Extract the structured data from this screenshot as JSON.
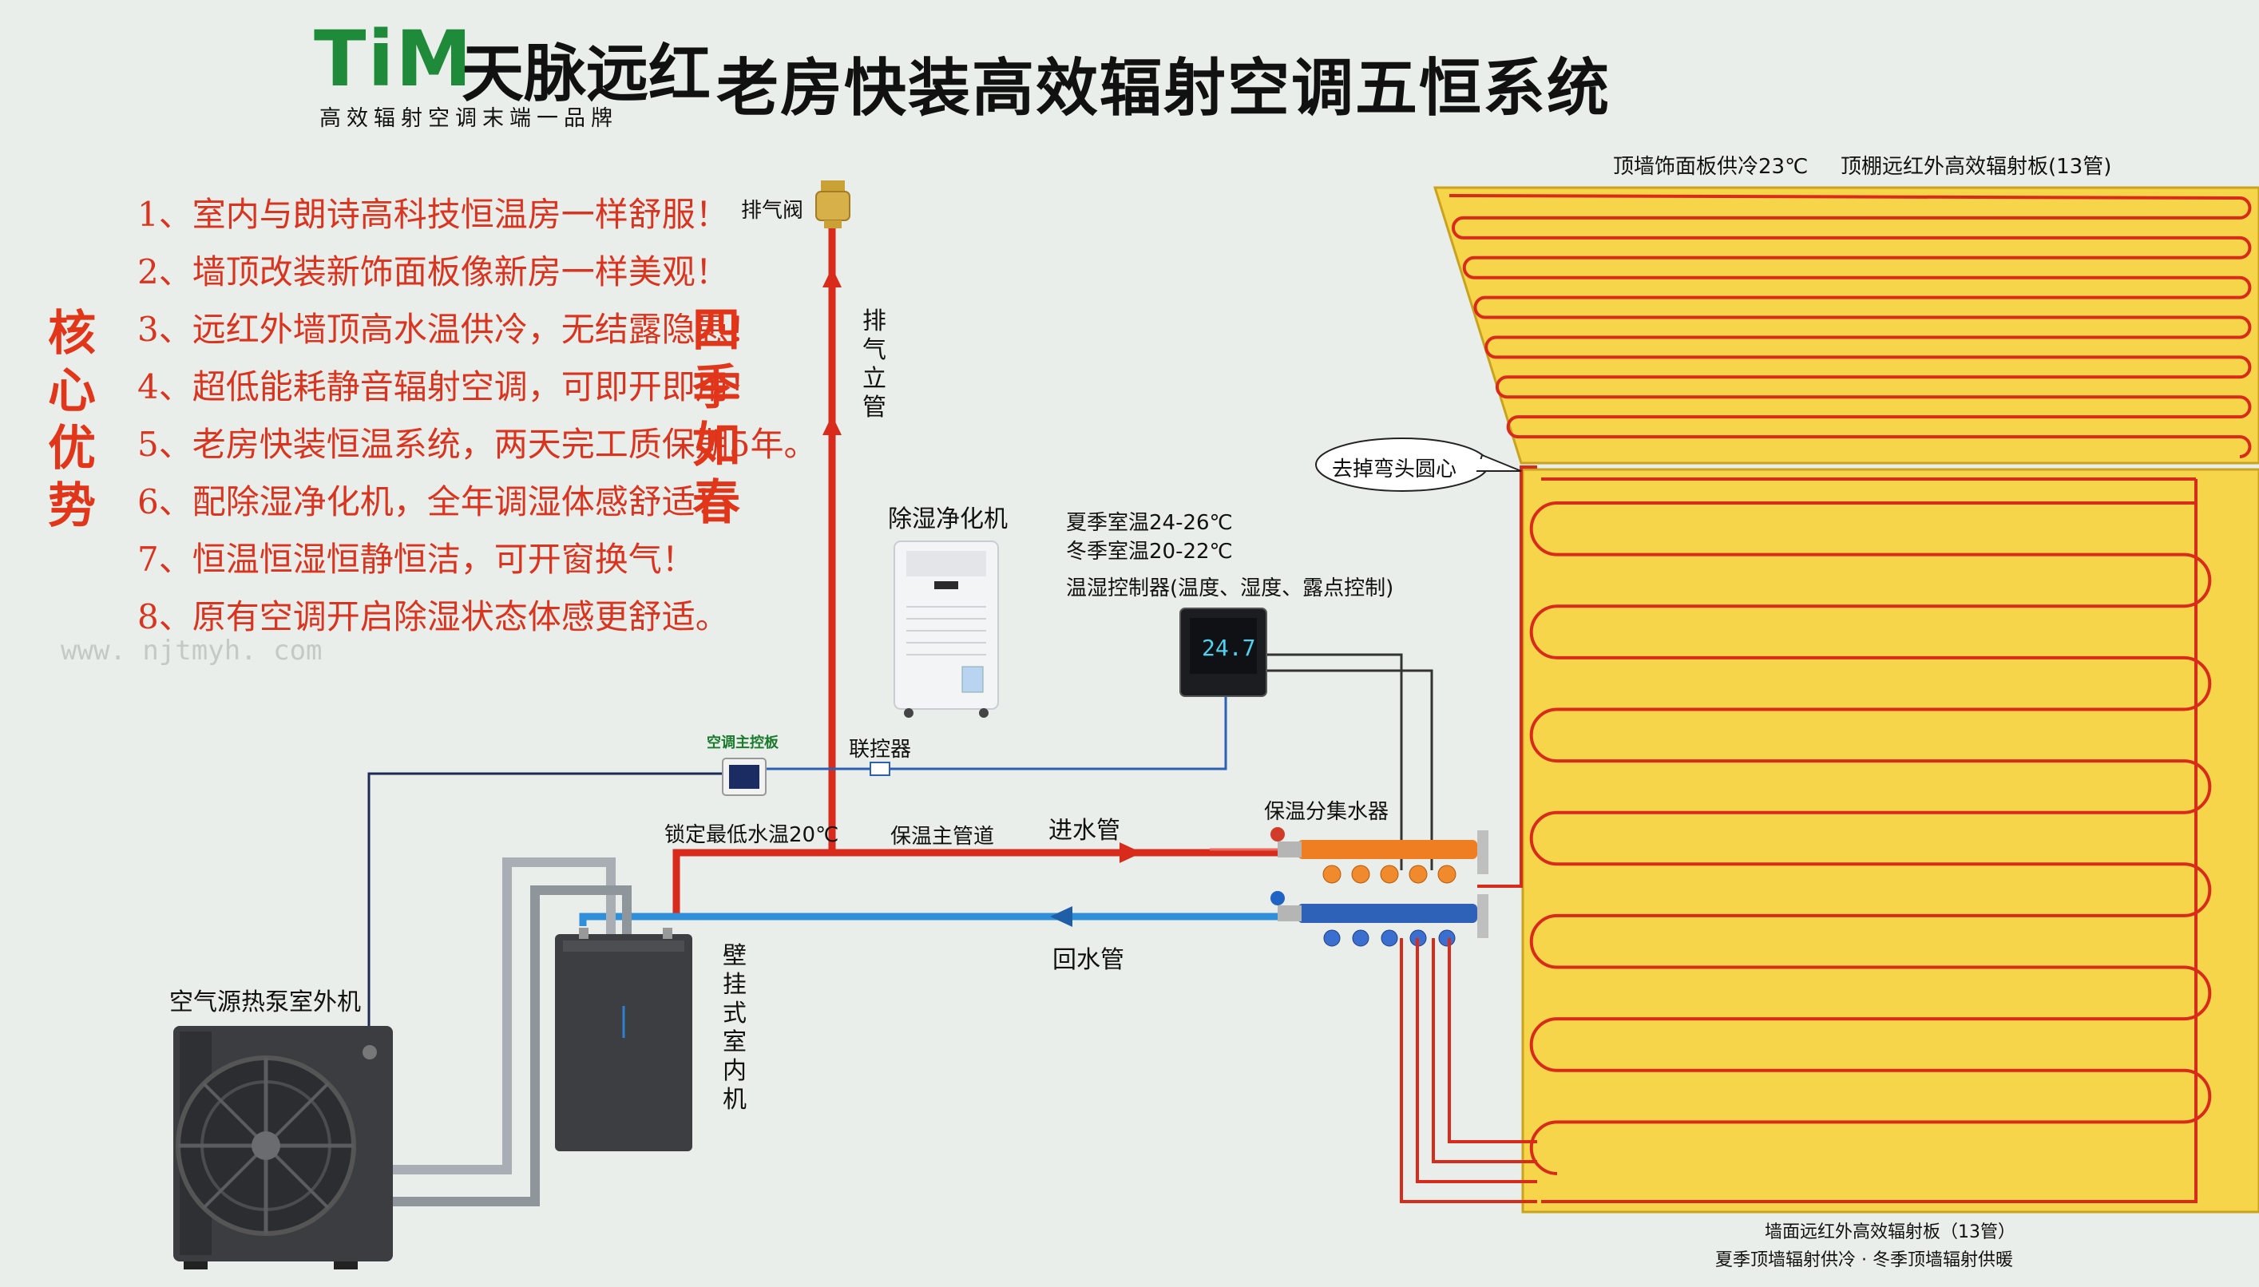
{
  "header": {
    "logo_mark": "TiM",
    "brand_name": "天脉远红",
    "slogan": "高效辐射空调末端一品牌",
    "title": "老房快装高效辐射空调五恒系统"
  },
  "advantages": {
    "label": "核心优势",
    "items": [
      "1、室内与朗诗高科技恒温房一样舒服！",
      "2、墙顶改装新饰面板像新房一样美观！",
      "3、远红外墙顶高水温供冷，无结露隐患！",
      "4、超低能耗静音辐射空调，可即开即用！",
      "5、老房快装恒温系统，两天完工质保期5年。",
      "6、配除湿净化机，全年调湿体感舒适！",
      "7、恒温恒湿恒静恒洁，可开窗换气！",
      "8、原有空调开启除湿状态体感更舒适。"
    ],
    "season_label": "四季如春",
    "watermark": "www. njtmyh. com"
  },
  "components": {
    "exhaust_valve": "排气阀",
    "exhaust_pipe": "排气立管",
    "dehumidifier": "除湿净化机",
    "controller_main": "空调主控板",
    "linkage": "联控器",
    "lock_temp": "锁定最低水温20℃",
    "main_pipe": "保温主管道",
    "supply_pipe": "进水管",
    "return_pipe": "回水管",
    "manifold": "保温分集水器",
    "outdoor_unit": "空气源热泵室外机",
    "indoor_unit": "壁挂式室内机",
    "summer_temp": "夏季室温24-26℃",
    "winter_temp": "冬季室温20-22℃",
    "thermostat": "温湿控制器(温度、湿度、露点控制)",
    "thermostat_display": "24.7",
    "bend_note": "去掉弯头圆心",
    "ceiling_supply": "顶墙饰面板供冷23℃",
    "ceiling_panel": "顶棚远红外高效辐射板(13管)",
    "wall_panel": "墙面远红外高效辐射板（13管）",
    "season_note": "夏季顶墙辐射供冷 · 冬季顶墙辐射供暖"
  },
  "colors": {
    "supply": "#d92b1c",
    "return": "#2f8fd8",
    "panel": "#f7d54a",
    "accent": "#e2361b",
    "logo": "#1f8a3a"
  }
}
